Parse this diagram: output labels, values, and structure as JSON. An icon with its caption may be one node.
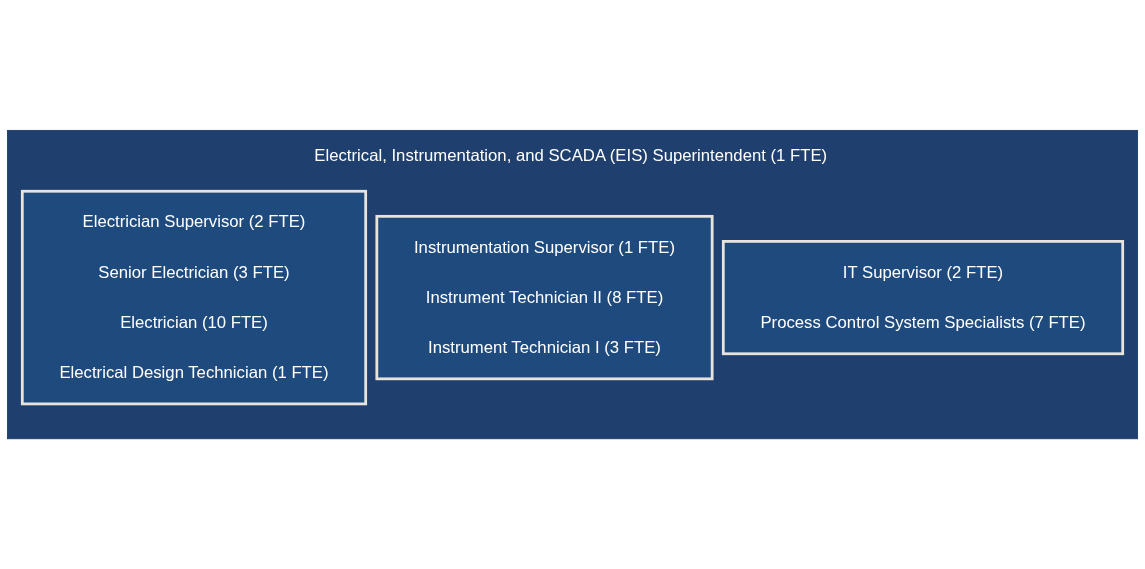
{
  "diagram": {
    "nodes": [
      {
        "text": [
          "Electrical, Instrumentation, and SCADA (EIS) Superintendent (1 FTE)"
        ]
      },
      {
        "text": [
          "Electrician Supervisor (2 FTE)",
          "Senior Electrician (3 FTE)",
          "Electrician (10 FTE)",
          "Electrical Design Technician (1 FTE)"
        ],
        "in": 0
      },
      {
        "text": [
          "Instrumentation Supervisor (1 FTE)",
          "Instrument Technician II (8 FTE)",
          "Instrument Technician I (3 FTE)"
        ],
        "in": 0
      },
      {
        "text": [
          "IT Supervisor (2 FTE)",
          "Process Control System Specialists (7 FTE)"
        ],
        "in": 0
      }
    ]
  }
}
